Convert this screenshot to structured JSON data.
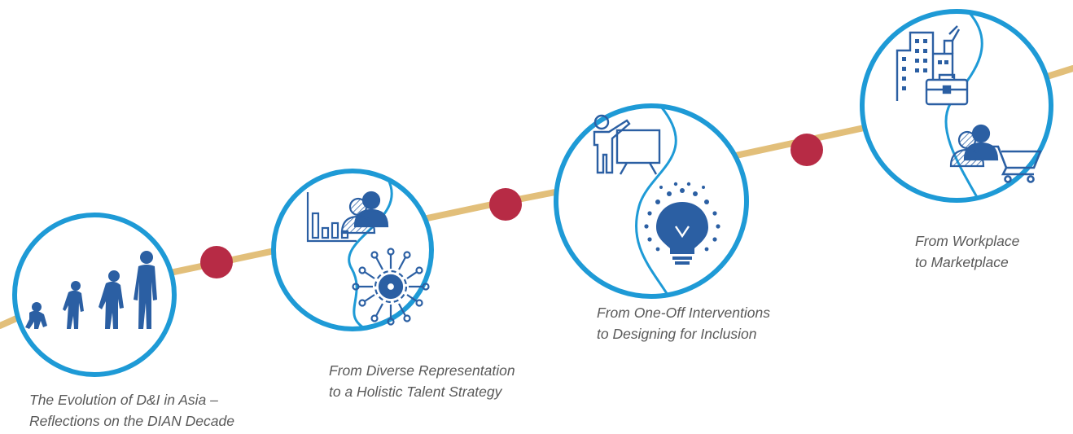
{
  "colors": {
    "ring": "#1e9ad6",
    "icon": "#2b5fa3",
    "timeline": "#e2bf7a",
    "dot": "#b72b45",
    "text": "#595959"
  },
  "stages": [
    {
      "icons": [
        "human-evolution-icon"
      ],
      "caption": [
        "The Evolution of D&I in Asia –",
        "Reflections on the DIAN Decade"
      ]
    },
    {
      "icons": [
        "people-group-icon",
        "bar-chart-icon",
        "gear-network-icon"
      ],
      "caption": [
        "From Diverse Representation",
        "to a Holistic Talent Strategy"
      ]
    },
    {
      "icons": [
        "presenter-board-icon",
        "lightbulb-idea-icon"
      ],
      "caption": [
        "From One-Off Interventions",
        "to Designing for Inclusion"
      ]
    },
    {
      "icons": [
        "office-building-icon",
        "briefcase-icon",
        "people-group-icon",
        "shopping-cart-icon"
      ],
      "caption": [
        "From Workplace",
        "to Marketplace"
      ]
    }
  ]
}
